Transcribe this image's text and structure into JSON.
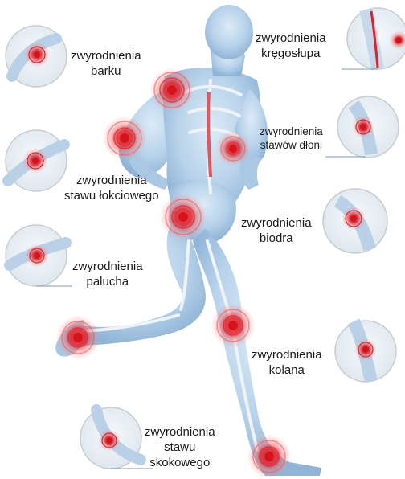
{
  "colors": {
    "body": "#b9d4ea",
    "bone": "#e8eef2",
    "inflammation": "#e0202a",
    "callout_ring": "#c7cbd0",
    "underline": "#7a97b8"
  },
  "labels": {
    "shoulder": {
      "line1": "zwyrodnienia",
      "line2": "barku"
    },
    "spine": {
      "line1": "zwyrodnienia",
      "line2": "kręgosłupa"
    },
    "hand": {
      "line1": "zwyrodnienia",
      "line2": "stawów dłoni"
    },
    "elbow": {
      "line1": "zwyrodnienia",
      "line2": "stawu łokciowego"
    },
    "hip": {
      "line1": "zwyrodnienia",
      "line2": "biodra"
    },
    "toe": {
      "line1": "zwyrodnienia",
      "line2": "palucha"
    },
    "knee": {
      "line1": "zwyrodnienia",
      "line2": "kolana"
    },
    "ankle": {
      "line1": "zwyrodnienia",
      "line2": "stawu",
      "line3": "skokowego"
    }
  }
}
